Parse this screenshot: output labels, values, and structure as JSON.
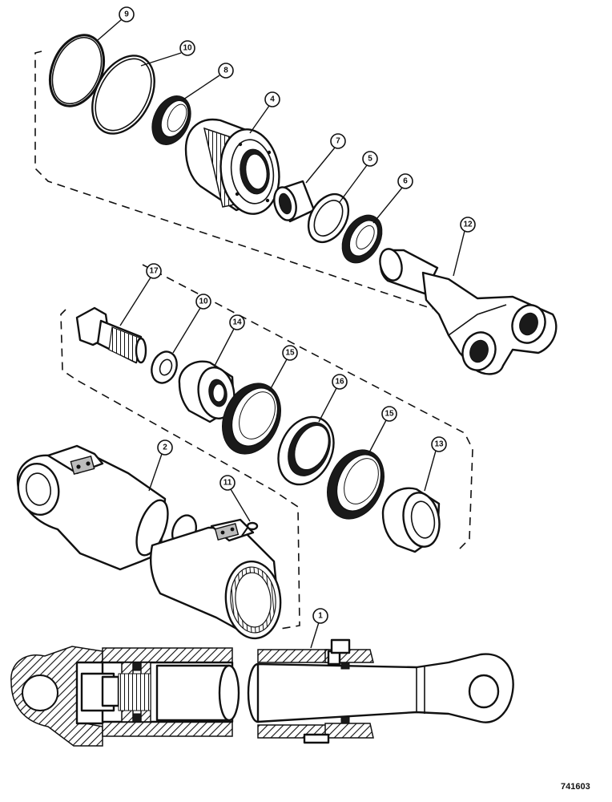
{
  "callouts": {
    "c9": "9",
    "c10a": "10",
    "c8": "8",
    "c4": "4",
    "c7": "7",
    "c5": "5",
    "c6": "6",
    "c12": "12",
    "c17": "17",
    "c10b": "10",
    "c14": "14",
    "c15a": "15",
    "c16": "16",
    "c15b": "15",
    "c13": "13",
    "c2": "2",
    "c11": "11",
    "c1": "1"
  },
  "figure_number": "741603"
}
